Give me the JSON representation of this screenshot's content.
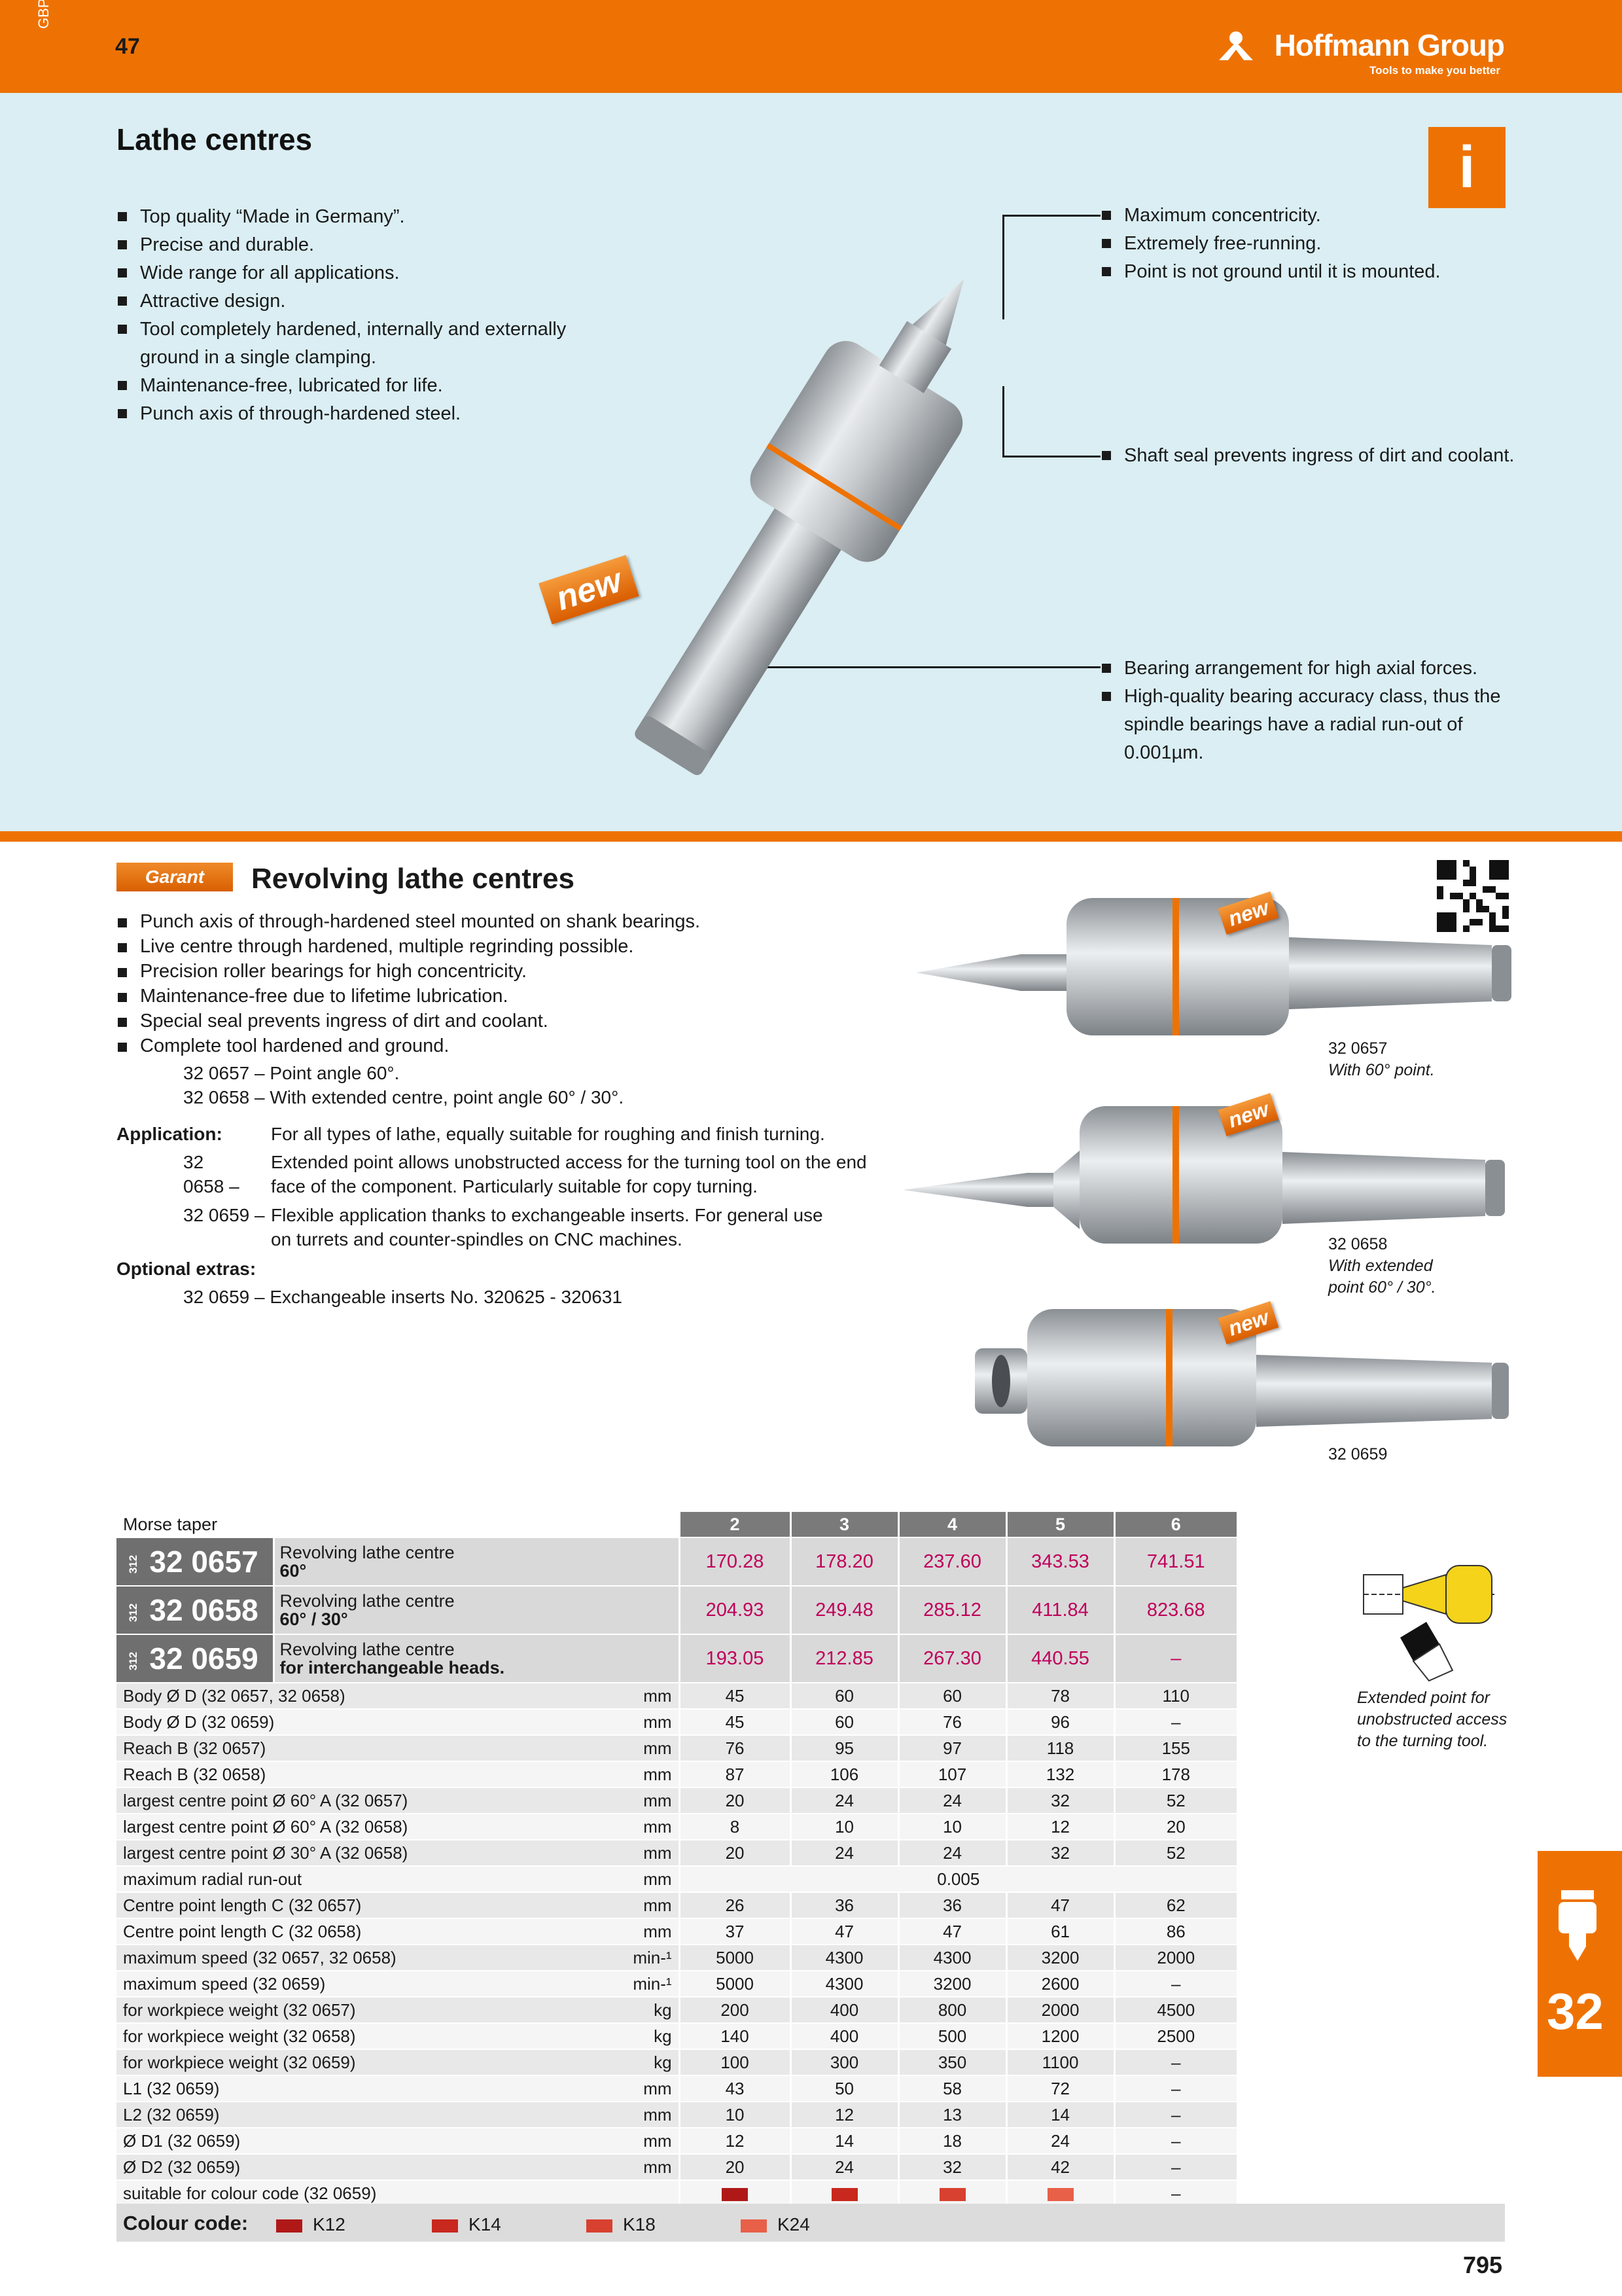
{
  "header": {
    "side_code": "GBP",
    "page_label": "47",
    "brand": "Hoffmann Group",
    "tagline": "Tools to make you better"
  },
  "top": {
    "title": "Lathe centres",
    "info_icon": "i",
    "features_left": [
      "Top quality “Made in Germany”.",
      "Precise and durable.",
      "Wide range for all applications.",
      "Attractive design.",
      "Tool completely hardened, internally and externally ground in a single clamping.",
      "Maintenance-free, lubricated for life.",
      "Punch axis of through-hardened steel."
    ],
    "callout_1": [
      "Maximum concentricity.",
      "Extremely free-running.",
      "Point is not ground until it is mounted."
    ],
    "callout_2": [
      "Shaft seal prevents ingress of dirt and coolant."
    ],
    "callout_3": [
      "Bearing arrangement for high axial forces.",
      "High-quality bearing accuracy class, thus the spindle bearings have a radial run-out of 0.001µm."
    ],
    "new_badge": "new"
  },
  "revolving": {
    "brand_badge": "Garant",
    "title": "Revolving lathe centres",
    "bullets": [
      "Punch axis of through-hardened steel mounted on shank bearings.",
      "Live centre through hardened, multiple regrinding possible.",
      "Precision roller bearings for high concentricity.",
      "Maintenance-free due to lifetime lubrication.",
      "Special seal prevents ingress of dirt and coolant.",
      "Complete tool hardened and ground."
    ],
    "variants": [
      {
        "code": "32 0657 –",
        "text": "Point angle 60°."
      },
      {
        "code": "32 0658 –",
        "text": "With extended centre, point angle 60° / 30°."
      }
    ],
    "application_label": "Application:",
    "application_text": "For all types of lathe, equally suitable for roughing and finish turning.",
    "app_notes": [
      {
        "code": "32 0658 –",
        "text": "Extended point allows unobstructed access for the turning tool on the end face of the component. Particularly suitable for copy turning."
      },
      {
        "code": "32 0659 –",
        "text": "Flexible application thanks to exchangeable inserts. For general use on turrets and counter-spindles on CNC machines."
      }
    ],
    "optional_label": "Optional extras:",
    "optional": {
      "code": "32 0659 –",
      "text": "Exchangeable inserts No. 320625 - 320631"
    },
    "images": [
      {
        "caption_code": "32 0657",
        "caption": "With 60° point.",
        "badge": "new"
      },
      {
        "caption_code": "32 0658",
        "caption": "With extended point 60° / 30°.",
        "badge": "new"
      },
      {
        "caption_code": "32 0659",
        "caption": "",
        "badge": "new"
      }
    ]
  },
  "table": {
    "morse_label": "Morse taper",
    "morse": [
      "2",
      "3",
      "4",
      "5",
      "6"
    ],
    "articles": [
      {
        "prefix": "312",
        "no": "32 0657",
        "desc1": "Revolving lathe centre",
        "desc2": "60°",
        "prices": [
          "170.28",
          "178.20",
          "237.60",
          "343.53",
          "741.51"
        ]
      },
      {
        "prefix": "312",
        "no": "32 0658",
        "desc1": "Revolving lathe centre",
        "desc2": "60° / 30°",
        "prices": [
          "204.93",
          "249.48",
          "285.12",
          "411.84",
          "823.68"
        ]
      },
      {
        "prefix": "312",
        "no": "32 0659",
        "desc1": "Revolving lathe centre",
        "desc2": "for interchangeable heads.",
        "prices": [
          "193.05",
          "212.85",
          "267.30",
          "440.55",
          "–"
        ]
      }
    ],
    "rows": [
      {
        "label": "Body Ø D (32 0657, 32 0658)",
        "unit": "mm",
        "vals": [
          "45",
          "60",
          "60",
          "78",
          "110"
        ]
      },
      {
        "label": "Body Ø D (32 0659)",
        "unit": "mm",
        "vals": [
          "45",
          "60",
          "76",
          "96",
          "–"
        ]
      },
      {
        "label": "Reach B (32 0657)",
        "unit": "mm",
        "vals": [
          "76",
          "95",
          "97",
          "118",
          "155"
        ]
      },
      {
        "label": "Reach B (32 0658)",
        "unit": "mm",
        "vals": [
          "87",
          "106",
          "107",
          "132",
          "178"
        ]
      },
      {
        "label": "largest centre point Ø 60° A (32 0657)",
        "unit": "mm",
        "vals": [
          "20",
          "24",
          "24",
          "32",
          "52"
        ]
      },
      {
        "label": "largest centre point Ø 60° A (32 0658)",
        "unit": "mm",
        "vals": [
          "8",
          "10",
          "10",
          "12",
          "20"
        ]
      },
      {
        "label": "largest centre point Ø 30° A (32 0658)",
        "unit": "mm",
        "vals": [
          "20",
          "24",
          "24",
          "32",
          "52"
        ]
      },
      {
        "label": "maximum radial run-out",
        "unit": "mm",
        "merged": "0.005"
      },
      {
        "label": "Centre point length C (32 0657)",
        "unit": "mm",
        "vals": [
          "26",
          "36",
          "36",
          "47",
          "62"
        ]
      },
      {
        "label": "Centre point length C (32 0658)",
        "unit": "mm",
        "vals": [
          "37",
          "47",
          "47",
          "61",
          "86"
        ]
      },
      {
        "label": "maximum speed (32 0657, 32 0658)",
        "unit": "min-¹",
        "vals": [
          "5000",
          "4300",
          "4300",
          "3200",
          "2000"
        ]
      },
      {
        "label": "maximum speed (32 0659)",
        "unit": "min-¹",
        "vals": [
          "5000",
          "4300",
          "3200",
          "2600",
          "–"
        ]
      },
      {
        "label": "for workpiece weight (32 0657)",
        "unit": "kg",
        "vals": [
          "200",
          "400",
          "800",
          "2000",
          "4500"
        ]
      },
      {
        "label": "for workpiece weight (32 0658)",
        "unit": "kg",
        "vals": [
          "140",
          "400",
          "500",
          "1200",
          "2500"
        ]
      },
      {
        "label": "for workpiece weight (32 0659)",
        "unit": "kg",
        "vals": [
          "100",
          "300",
          "350",
          "1100",
          "–"
        ]
      },
      {
        "label": "L1 (32 0659)",
        "unit": "mm",
        "vals": [
          "43",
          "50",
          "58",
          "72",
          "–"
        ]
      },
      {
        "label": "L2 (32 0659)",
        "unit": "mm",
        "vals": [
          "10",
          "12",
          "13",
          "14",
          "–"
        ]
      },
      {
        "label": "Ø D1 (32 0659)",
        "unit": "mm",
        "vals": [
          "12",
          "14",
          "18",
          "24",
          "–"
        ]
      },
      {
        "label": "Ø D2 (32 0659)",
        "unit": "mm",
        "vals": [
          "20",
          "24",
          "32",
          "42",
          "–"
        ]
      },
      {
        "label": "suitable for colour code (32 0659)",
        "unit": "",
        "swatches": [
          "#b01818",
          "#c8281e",
          "#d84030",
          "#e86048",
          "–"
        ]
      }
    ]
  },
  "side_caption": "Extended point for unobstructed access to the turning tool.",
  "colour_code": {
    "label": "Colour code:",
    "items": [
      {
        "name": "K12",
        "color": "#b01818"
      },
      {
        "name": "K14",
        "color": "#c8281e"
      },
      {
        "name": "K18",
        "color": "#d84030"
      },
      {
        "name": "K24",
        "color": "#e86048"
      }
    ]
  },
  "chapter_tab": "32",
  "page_number": "795",
  "accent_color": "#ee7203",
  "price_color": "#c0005a"
}
